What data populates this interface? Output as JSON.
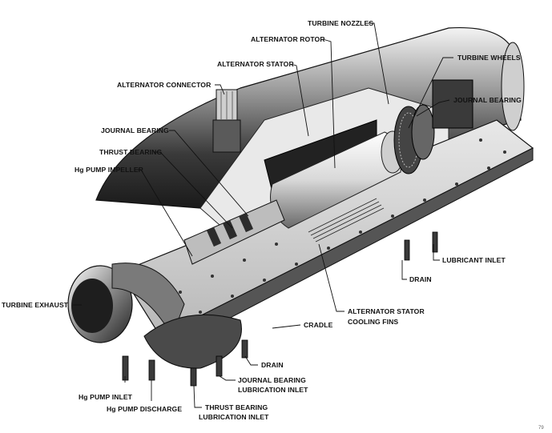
{
  "labels": {
    "turbine_nozzles": "TURBINE NOZZLES",
    "alternator_rotor": "ALTERNATOR ROTOR",
    "turbine_wheels": "TURBINE WHEELS",
    "alternator_stator": "ALTERNATOR STATOR",
    "journal_bearing_right": "JOURNAL BEARING",
    "alternator_connector": "ALTERNATOR CONNECTOR",
    "journal_bearing_left": "JOURNAL BEARING",
    "thrust_bearing": "THRUST BEARING",
    "hg_pump_impeller": "Hg PUMP IMPELLER",
    "lubricant_inlet": "LUBRICANT INLET",
    "drain_right": "DRAIN",
    "turbine_exhaust": "TURBINE EXHAUST",
    "alternator_stator_cooling_fins_1": "ALTERNATOR STATOR",
    "alternator_stator_cooling_fins_2": "COOLING FINS",
    "cradle": "CRADLE",
    "drain_bottom": "DRAIN",
    "journal_bearing_lubrication_inlet_1": "JOURNAL BEARING",
    "journal_bearing_lubrication_inlet_2": "LUBRICATION INLET",
    "hg_pump_inlet": "Hg PUMP INLET",
    "hg_pump_discharge": "Hg PUMP DISCHARGE",
    "thrust_bearing_lubrication_inlet_1": "THRUST BEARING",
    "thrust_bearing_lubrication_inlet_2": "LUBRICATION INLET"
  },
  "page_number": "79"
}
